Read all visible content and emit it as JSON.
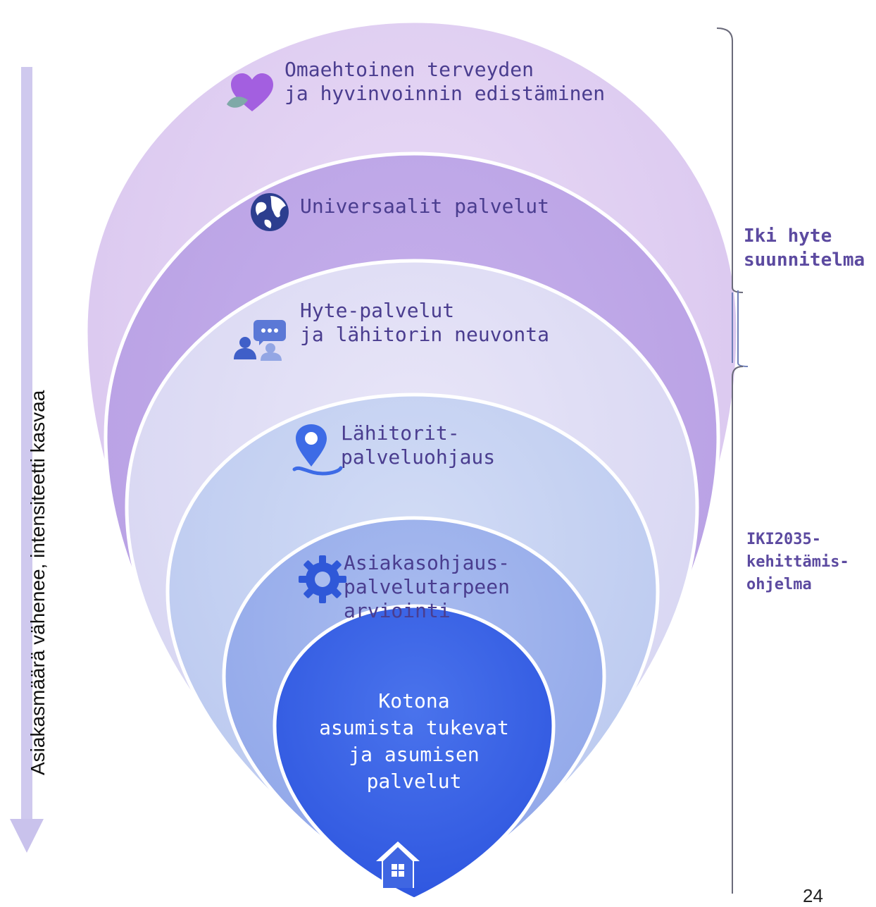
{
  "arrow_label": "Asiakasmäärä vähenee, intensiteetti kasvaa",
  "layers": [
    {
      "label": "Omaehtoinen terveyden\nja hyvinvoinnin edistäminen",
      "icon": "heart-leaf-icon"
    },
    {
      "label": "Universaalit palvelut",
      "icon": "globe-icon"
    },
    {
      "label": "Hyte-palvelut\nja lähitorin neuvonta",
      "icon": "people-chat-icon"
    },
    {
      "label": "Lähitorit-\npalveluohjaus",
      "icon": "location-pin-icon"
    },
    {
      "label": "Asiakasohjaus-\n palvelutarpeen\n arviointi",
      "icon": "gear-icon"
    },
    {
      "label": "Kotona\nasumista tukevat\nja asumisen\npalvelut",
      "icon": "house-icon"
    }
  ],
  "brackets": [
    {
      "label": "Iki hyte\nsuunnitelma"
    },
    {
      "label": "IKI2035-\nkehittämis-\nohjelma"
    }
  ],
  "page_number": "24",
  "colors": {
    "text": "#4a3d8f",
    "side_text": "#5c4aa0",
    "core": "#3c63e6",
    "arrow": "#cfc9ee"
  }
}
